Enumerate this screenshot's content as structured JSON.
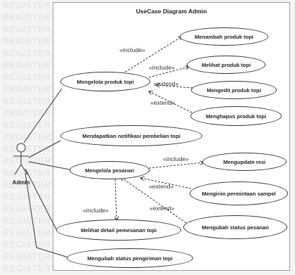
{
  "diagram": {
    "title": "UseCase Diagram Admin",
    "actor": "Admin",
    "watermark": "REGISTER",
    "use_cases": {
      "kelola_produk": "Mengelola produk topi",
      "tambah_produk": "Menambah produk topi",
      "lihat_produk": "Melihat produk topi",
      "edit_produk": "Mengedit produk topi",
      "hapus_produk": "Menghapus produk topi",
      "notifikasi": "Mendapatkan notifikasi pembelian topi",
      "kelola_pesanan": "Mengelola pesanan",
      "update_resi": "Mengupdate resi",
      "kirim_sampel": "Mengirim permintaan sampel",
      "ubah_status_pesanan": "Mengubah status pesanan",
      "detail_pemesanan": "Melihat detail pemesanan topi",
      "status_pengiriman": "Mengubah status pengiriman topi"
    },
    "stereotypes": {
      "include": "«include»",
      "extend": "«extend»"
    }
  }
}
